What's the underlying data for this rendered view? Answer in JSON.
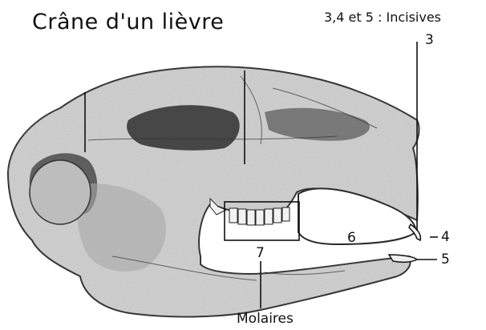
{
  "title": "Crâne d'un lièvre",
  "legend": "3,4 et 5 : Incisives",
  "labels": {
    "n3": "3",
    "n4": "4",
    "n5": "5",
    "n6": "6",
    "n7": "7",
    "molaires": "Molaires"
  },
  "colors": {
    "bone": "#d6d6d6",
    "bone_dark": "#8c8c8c",
    "shadow": "#2a2a2a",
    "line": "#111111",
    "background": "#ffffff"
  }
}
